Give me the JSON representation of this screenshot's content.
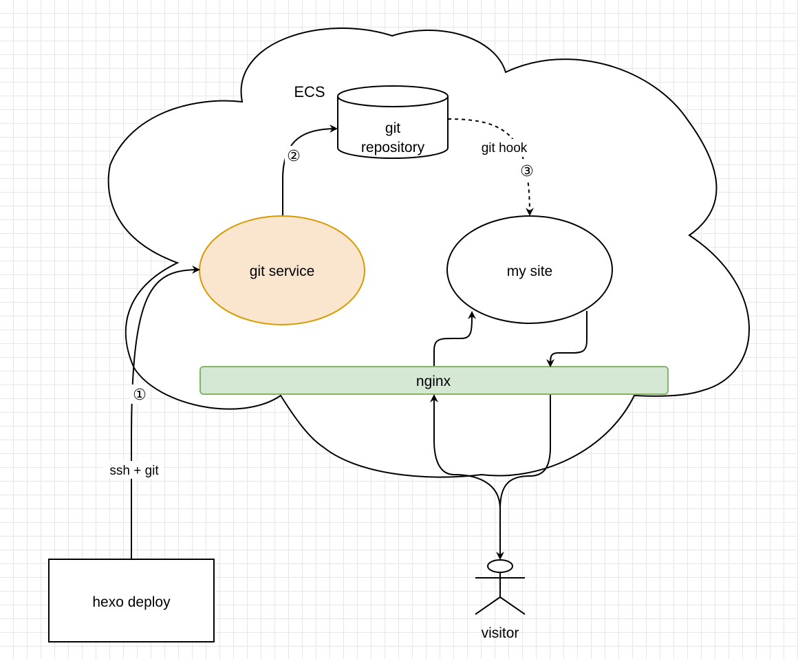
{
  "diagram": {
    "cloud": {
      "label": "ECS",
      "stroke": "#000000",
      "fill": "#ffffff"
    },
    "nodes": {
      "git_repository": {
        "line1": "git",
        "line2": "repository",
        "shape": "cylinder"
      },
      "git_service": {
        "label": "git service",
        "shape": "ellipse",
        "fill": "#fae5ce",
        "stroke": "#d79b00"
      },
      "my_site": {
        "label": "my site",
        "shape": "ellipse",
        "fill": "#ffffff",
        "stroke": "#000000"
      },
      "nginx": {
        "label": "nginx",
        "shape": "rounded-rect",
        "fill": "#d5e8d4",
        "stroke": "#82b366"
      },
      "hexo_deploy": {
        "label": "hexo deploy",
        "shape": "rectangle"
      },
      "visitor": {
        "label": "visitor",
        "shape": "actor"
      }
    },
    "edges": {
      "deploy_to_service": {
        "label": "ssh + git",
        "step": "①"
      },
      "service_to_repo": {
        "step": "②"
      },
      "repo_to_site": {
        "label": "git hook",
        "step": "③",
        "style": "dashed"
      },
      "nginx_to_site": {},
      "site_to_nginx": {},
      "visitor_to_nginx": {},
      "nginx_to_visitor": {}
    }
  }
}
